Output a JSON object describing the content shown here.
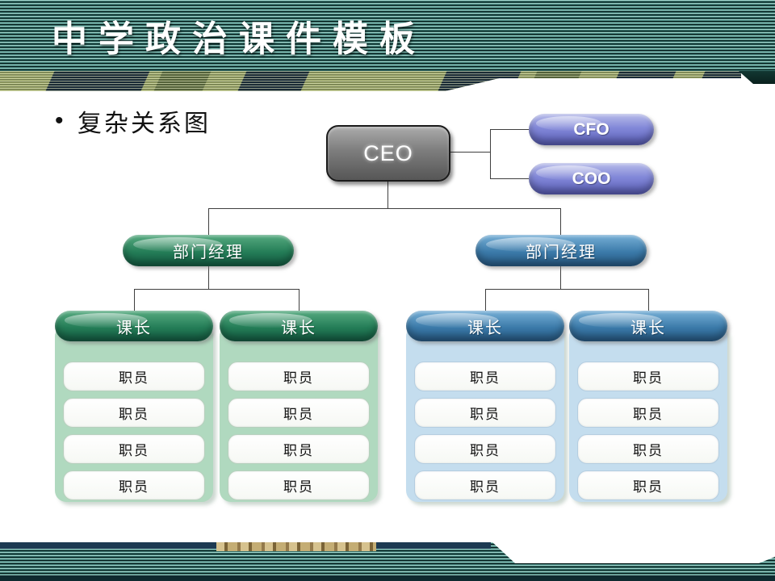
{
  "header": {
    "title": "中学政治课件模板"
  },
  "content": {
    "bullet_text": "复杂关系图"
  },
  "org_chart": {
    "ceo_label": "CEO",
    "cfo_label": "CFO",
    "coo_label": "COO",
    "manager_left_label": "部门经理",
    "manager_right_label": "部门经理",
    "groups": [
      {
        "leader_label": "课长",
        "theme": "green",
        "members": [
          "职员",
          "职员",
          "职员",
          "职员"
        ]
      },
      {
        "leader_label": "课长",
        "theme": "green",
        "members": [
          "职员",
          "职员",
          "职员",
          "职员"
        ]
      },
      {
        "leader_label": "课长",
        "theme": "blue",
        "members": [
          "职员",
          "职员",
          "职员",
          "职员"
        ]
      },
      {
        "leader_label": "课长",
        "theme": "blue",
        "members": [
          "职员",
          "职员",
          "职员",
          "职员"
        ]
      }
    ]
  },
  "colors": {
    "header_teal": "#3a7a73",
    "camo_olive": "#97a266",
    "camo_navy": "#17293a",
    "gray_box": "#7d7d7d",
    "purple_pill": "#6a6ec6",
    "green_pill": "#247d57",
    "blue_pill": "#3b7aa9",
    "green_panel": "#b0d9bf",
    "blue_panel": "#c4ddee",
    "footer_navy": "#1d3a52",
    "emblem_gold": "#c4ad74"
  }
}
